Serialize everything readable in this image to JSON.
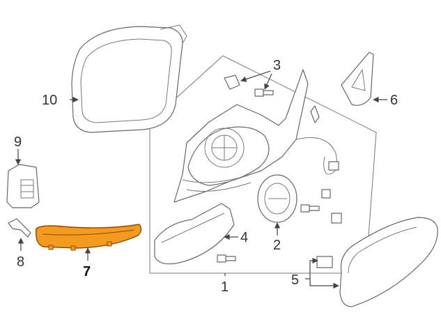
{
  "diagram": {
    "callouts": [
      {
        "id": "1",
        "label": "1"
      },
      {
        "id": "2",
        "label": "2"
      },
      {
        "id": "3",
        "label": "3"
      },
      {
        "id": "4",
        "label": "4"
      },
      {
        "id": "5",
        "label": "5"
      },
      {
        "id": "6",
        "label": "6"
      },
      {
        "id": "7",
        "label": "7"
      },
      {
        "id": "8",
        "label": "8"
      },
      {
        "id": "9",
        "label": "9"
      },
      {
        "id": "10",
        "label": "10"
      }
    ],
    "highlight_part": "7",
    "colors": {
      "highlight_fill": "#F39A1F",
      "highlight_stroke": "#8A4A00",
      "line": "#666666",
      "text": "#333333"
    }
  }
}
